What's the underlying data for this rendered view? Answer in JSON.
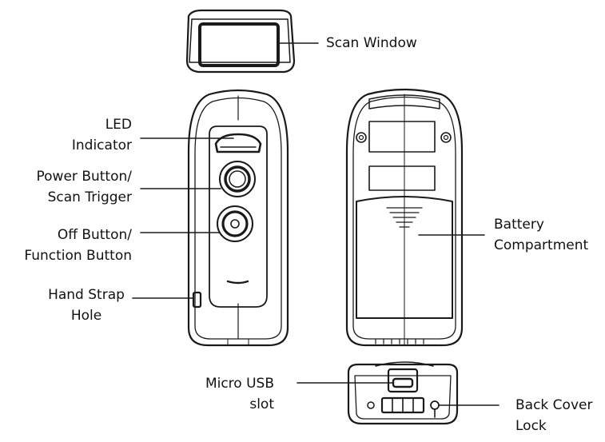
{
  "diagram": {
    "labels": {
      "scan_window": "Scan Window",
      "led_indicator": [
        "LED",
        "Indicator"
      ],
      "power_button": [
        "Power Button/",
        "Scan Trigger"
      ],
      "off_button": [
        "Off Button/",
        "Function Button"
      ],
      "hand_strap_hole": [
        "Hand Strap",
        "Hole"
      ],
      "battery_compartment": [
        "Battery",
        "Compartment"
      ],
      "micro_usb_slot": [
        "Micro USB",
        "slot"
      ],
      "back_cover_lock": [
        "Back Cover",
        "Lock"
      ]
    }
  }
}
